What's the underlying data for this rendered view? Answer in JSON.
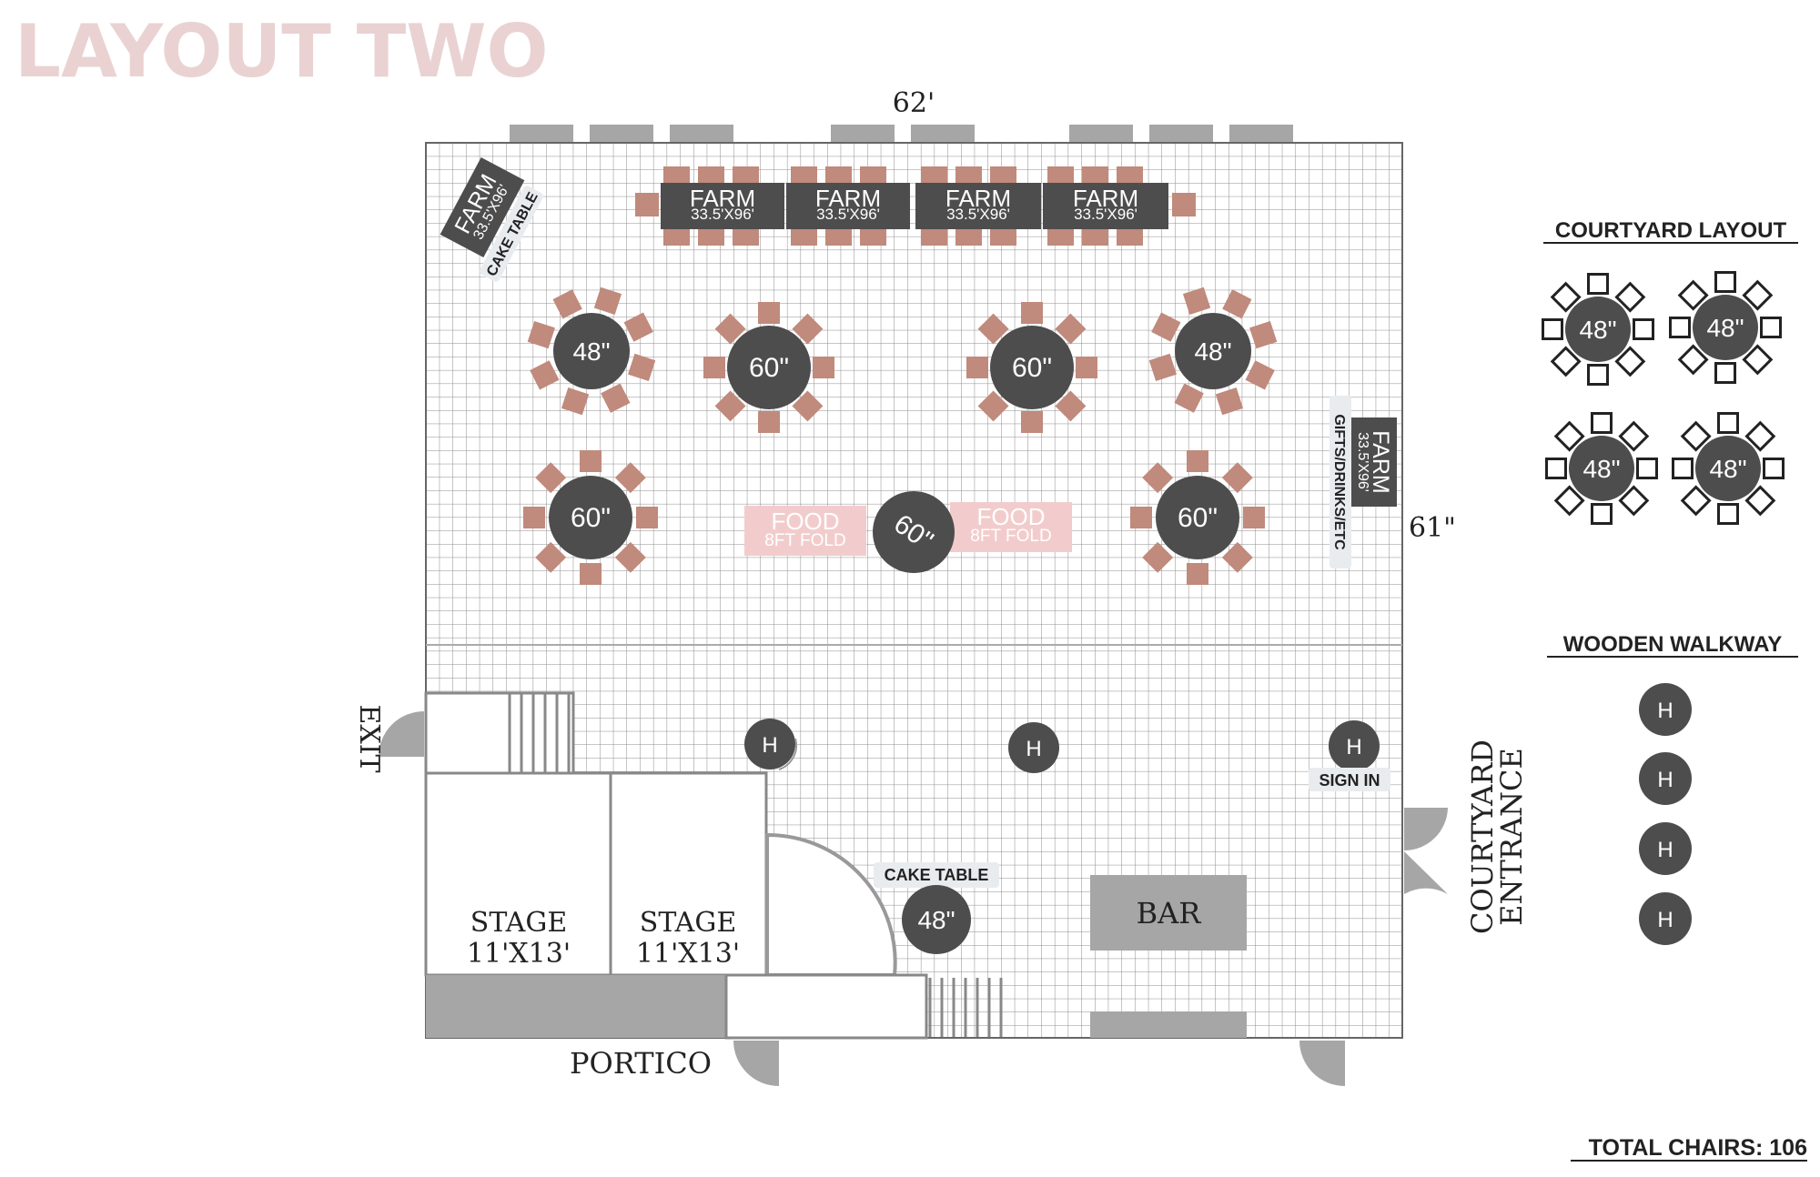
{
  "page_title": "LAYOUT TWO",
  "dimensions": {
    "width_label": "62'",
    "height_label": "61\""
  },
  "colors": {
    "title": "#ead2d2",
    "table": "#4d4d4d",
    "chair": "#c08a7c",
    "food": "#f2cccc",
    "grid": "#8c8c8c",
    "wall": "#a6a6a6",
    "label_bg": "#e9ecef"
  },
  "farm_tables": [
    {
      "name": "FARM",
      "size": "33.5'X96'"
    },
    {
      "name": "FARM",
      "size": "33.5'X96'"
    },
    {
      "name": "FARM",
      "size": "33.5'X96'"
    },
    {
      "name": "FARM",
      "size": "33.5'X96'"
    }
  ],
  "corner_farm": {
    "name": "FARM",
    "size": "33.5'X96'",
    "tag": "CAKE TABLE"
  },
  "side_farm": {
    "name": "FARM",
    "size": "33.5'X96'",
    "tag": "GIFTS/DRINKS/ETC"
  },
  "round_tables": [
    "48\"",
    "60\"",
    "60\"",
    "48\"",
    "60\"",
    "60\""
  ],
  "center_table": "60\"",
  "food_tables": [
    {
      "name": "FOOD",
      "size": "8FT FOLD"
    },
    {
      "name": "FOOD",
      "size": "8FT FOLD"
    }
  ],
  "high_tops": [
    "H",
    "H",
    "H"
  ],
  "sign_in": "SIGN IN",
  "cake_table": {
    "tag": "CAKE TABLE",
    "size": "48\""
  },
  "bar": "BAR",
  "stages": [
    {
      "name": "STAGE",
      "size": "11'X13'"
    },
    {
      "name": "STAGE",
      "size": "11'X13'"
    }
  ],
  "labels": {
    "exit": "EXIT",
    "portico": "PORTICO",
    "courtyard_entrance_1": "COURTYARD",
    "courtyard_entrance_2": "ENTRANCE"
  },
  "legend": {
    "courtyard_title": "COURTYARD LAYOUT",
    "courtyard_tables": [
      "48\"",
      "48\"",
      "48\"",
      "48\""
    ],
    "walkway_title": "WOODEN WALKWAY",
    "walkway_tables": [
      "H",
      "H",
      "H",
      "H"
    ]
  },
  "total_chairs": "TOTAL CHAIRS:  106"
}
